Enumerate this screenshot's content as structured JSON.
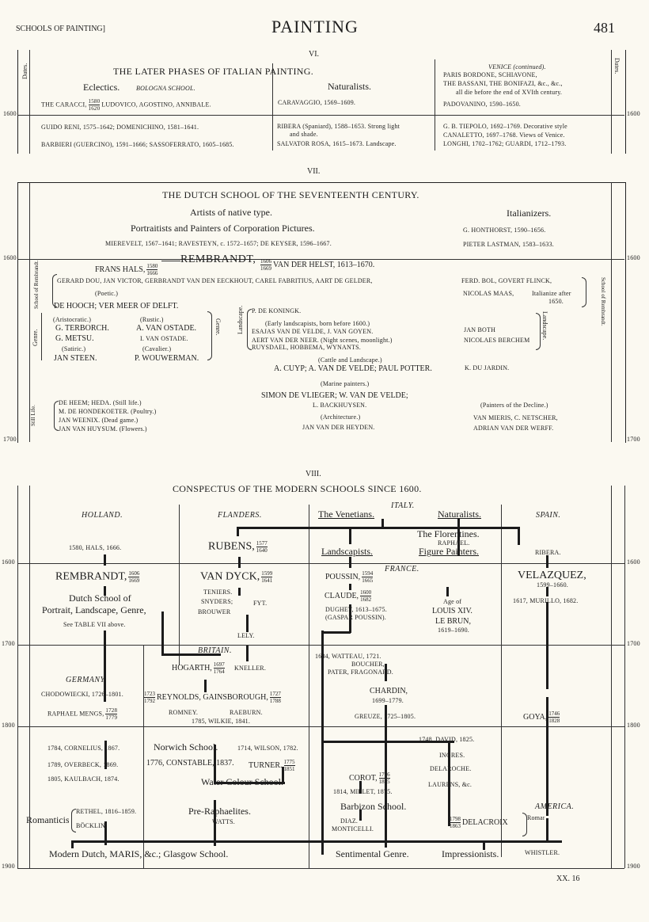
{
  "header": {
    "left": "SCHOOLS OF PAINTING]",
    "title": "PAINTING",
    "page_number": "481"
  },
  "footer": {
    "signature": "XX. 16"
  },
  "year_marks": [
    "1600",
    "1700",
    "1800",
    "1900"
  ],
  "side_labels": {
    "dates_left": "Dates.",
    "dates_right": "Dates."
  },
  "s6": {
    "numeral": "VI.",
    "title": "THE LATER PHASES OF ITALIAN PAINTING.",
    "eclectics": "Eclectics.",
    "bologna": "BOLOGNA SCHOOL.",
    "caracci": "THE CARACCI,",
    "caracci_frac": [
      "1580",
      "1620"
    ],
    "caracci_rest": "LUDOVICO, AGOSTINO, ANNIBALE.",
    "naturalists": "Naturalists.",
    "caravaggio": "CARAVAGGIO, 1569–1609.",
    "venice_head": "VENICE (continued).",
    "venice_1": "PARIS BORDONE, SCHIAVONE,",
    "venice_2": "THE BASSANI, THE BONIFAZI, &c., &c.,",
    "venice_3": "all die before the end of XVIth century.",
    "padovanino": "PADOVANINO, 1590–1650.",
    "guido": "GUIDO RENI, 1575–1642; DOMENICHINO, 1581–1641.",
    "barbieri": "BARBIERI (GUERCINO), 1591–1666; SASSOFERRATO, 1605–1685.",
    "ribera_1": "RIBERA (Spaniard), 1588–1653. Strong light",
    "ribera_2": "and shade.",
    "salvator": "SALVATOR ROSA, 1615–1673. Landscape.",
    "tiepolo": "G. B. TIEPOLO, 1692–1769. Decorative style",
    "canaletto": "CANALETTO, 1697–1768. Views of Venice.",
    "longhi": "LONGHI, 1702–1762; GUARDI, 1712–1793."
  },
  "s7": {
    "numeral": "VII.",
    "title": "THE DUTCH SCHOOL OF THE SEVENTEENTH CENTURY.",
    "native": "Artists of native type.",
    "italianizers": "Italianizers.",
    "portraitists": "Portraitists and Painters of Corporation Pictures.",
    "mierevelt": "MIEREVELT, 1567–1641; RAVESTEYN, c. 1572–1657; DE KEYSER, 1596–1667.",
    "honthorst": "G. HONTHORST, 1590–1656.",
    "lastman": "PIETER LASTMAN, 1583–1633.",
    "hals": "FRANS HALS,",
    "hals_frac": [
      "1580",
      "1666"
    ],
    "rembrandt": "REMBRANDT,",
    "rembrandt_frac": [
      "1606",
      "1669"
    ],
    "helst": "VAN DER HELST, 1613–1670.",
    "school_of_rembrandt": "School of Rembrandt.",
    "school_of_rembrandt_r": "School of Rembrandt.",
    "gerard": "GERARD DOU, JAN VICTOR, GERBRANDT VAN DEN EECKHOUT, CAREL FABRITIUS, AART DE GELDER,",
    "bol": "FERD. BOL, GOVERT FLINCK,",
    "poetic": "(Poetic.)",
    "maas": "NICOLAS MAAS,",
    "italianize": "Italianize after",
    "italianize_year": "1650.",
    "dehooch": "DE HOOCH; VER MEER OF DELFT.",
    "genre_left": "Genre.",
    "genre_right": "Genre.",
    "aristocratic": "(Aristocratic.)",
    "rustic": "(Rustic.)",
    "terborch": "G. TERBORCH.",
    "ostade_a": "A. VAN OSTADE.",
    "metsu": "G. METSU.",
    "ostade_i": "I. VAN OSTADE.",
    "satiric": "(Satiric.)",
    "cavalier": "(Cavalier.)",
    "steen": "JAN STEEN.",
    "wouwerman": "P. WOUWERMAN.",
    "landscape_left": "Landscape.",
    "landscape_right": "Landscape.",
    "koningk": "P. DE KONINGK.",
    "early_land": "(Early landscapists, born before 1600.)",
    "esajas": "ESAJAS VAN DE VELDE, J. VAN GOYEN.",
    "aert": "AERT VAN DER NEER. (Night scenes, moonlight.)",
    "ruysdael": "RUYSDAEL, HOBBEMA, WYNANTS.",
    "jan_both": "JAN BOTH",
    "berchem": "NICOLAES BERCHEM",
    "cattle": "(Cattle and Landscape.)",
    "cuyp": "A. CUYP; A. VAN DE VELDE; PAUL POTTER.",
    "dujardin": "K. DU JARDIN.",
    "marine": "(Marine painters.)",
    "vlieger": "SIMON DE VLIEGER; W. VAN DE VELDE;",
    "backhuysen": "L. BACKHUYSEN.",
    "still_life": "Still Life.",
    "deheem": "DE HEEM; HEDA. (Still life.)",
    "hondekoeter": "M. DE HONDEKOETER. (Poultry.)",
    "weenix": "JAN WEENIX. (Dead game.)",
    "huysum": "JAN VAN HUYSUM. (Flowers.)",
    "architecture": "(Architecture.)",
    "heyden": "JAN VAN DER HEYDEN.",
    "decline": "(Painters of the Decline.)",
    "mieris": "VAN MIERIS, C. NETSCHER,",
    "werff": "ADRIAN VAN DER WERFF."
  },
  "s8": {
    "numeral": "VIII.",
    "title": "CONSPECTUS OF THE MODERN SCHOOLS SINCE 1600.",
    "holland": "HOLLAND.",
    "flanders": "FLANDERS.",
    "italy": "ITALY.",
    "venetians": "The Venetians.",
    "naturalists": "Naturalists.",
    "spain": "SPAIN.",
    "hals_1580": "1580, HALS, 1666.",
    "rubens": "RUBENS,",
    "rubens_frac": [
      "1577",
      "1640"
    ],
    "florentines": "The Florentines.",
    "raphael": "RAPHAEL.",
    "landscapists": "Landscapists.",
    "figure_painters": "Figure Painters.",
    "ribera": "RIBERA.",
    "france": "FRANCE.",
    "rembrandt": "REMBRANDT,",
    "rembrandt_frac": [
      "1606",
      "1669"
    ],
    "vandyck": "VAN DYCK,",
    "vandyck_frac": [
      "1599",
      "1641"
    ],
    "poussin": "POUSSIN,",
    "poussin_frac": [
      "1594",
      "1665"
    ],
    "velazquez": "VELAZQUEZ,",
    "velazquez_years": "1599–1660.",
    "dutch_school_1": "Dutch School of",
    "dutch_school_2": "Portrait, Landscape, Genre,",
    "see_table": "See TABLE VII above.",
    "teniers": "TENIERS.",
    "snyders": "SNYDERS;",
    "fyt": "FYT.",
    "brouwer": "BROUWER",
    "claude": "CLAUDE,",
    "claude_frac": [
      "1600",
      "1682"
    ],
    "dughet": "DUGHET, 1613–1675.",
    "gaspar": "(GASPAR POUSSIN).",
    "age_of": "Age of",
    "louis": "LOUIS XIV.",
    "lebrun": "LE BRUN,",
    "lebrun_years": "1619–1690.",
    "murillo": "1617, MURILLO, 1682.",
    "lely": "LELY.",
    "britain": "BRITAIN.",
    "hogarth": "HOGARTH,",
    "hogarth_frac": [
      "1697",
      "1764"
    ],
    "kneller": "KNELLER.",
    "watteau": "1684, WATTEAU, 1721.",
    "boucher": "BOUCHER,",
    "pater": "PATER, FRAGONARD.",
    "germany": "GERMANY.",
    "chodowiecki": "CHODOWIECKI, 1726–1801.",
    "reynolds_frac": [
      "1723",
      "1792"
    ],
    "reynolds": "REYNOLDS, GAINSBOROUGH,",
    "gains_frac": [
      "1727",
      "1788"
    ],
    "chardin": "CHARDIN,",
    "chardin_years": "1699–1779.",
    "mengs": "RAPHAEL MENGS,",
    "mengs_frac": [
      "1728",
      "1779"
    ],
    "romney": "ROMNEY.",
    "raeburn": "RAEBURN.",
    "wilkie": "1785, WILKIE, 1841.",
    "greuze": "GREUZE, 1725–1805.",
    "goya": "GOYA,",
    "goya_frac": [
      "1746",
      "1828"
    ],
    "david": "1748, DAVID, 1825.",
    "cornelius": "1784, CORNELIUS, 1867.",
    "norwich": "Norwich School.",
    "wilson": "1714, WILSON, 1782.",
    "ingres": "INGRES.",
    "overbeck": "1789, OVERBECK, 1869.",
    "constable": "1776, CONSTABLE, 1837.",
    "turner": "TURNER.",
    "turner_frac": [
      "1775",
      "1851"
    ],
    "delaroche": "DELAROCHE.",
    "kaulbach": "1805, KAULBACH, 1874.",
    "watercolour": "Water Colour School.",
    "corot": "COROT,",
    "corot_frac": [
      "1796",
      "1875"
    ],
    "laurens": "LAURENS, &c.",
    "millet": "1814, MILLET, 1875.",
    "barbizon": "Barbizon School.",
    "america": "AMERICA.",
    "rethel": "RETHEL, 1816–1859.",
    "romanticists": "Romanticists",
    "bocklin": "BÖCKLIN.",
    "prerapha": "Pre-Raphaelites.",
    "watts": "WATTS.",
    "diaz": "DIAZ.",
    "monticelli": "MONTICELLI.",
    "delacroix_frac": [
      "1798",
      "1863"
    ],
    "delacroix": "DELACROIX",
    "romanticists_r": "Romanticists",
    "modern_dutch": "Modern Dutch, MARIS, &c.; Glasgow School.",
    "sentimental": "Sentimental Genre.",
    "impressionists": "Impressionists.",
    "whistler": "WHISTLER."
  }
}
